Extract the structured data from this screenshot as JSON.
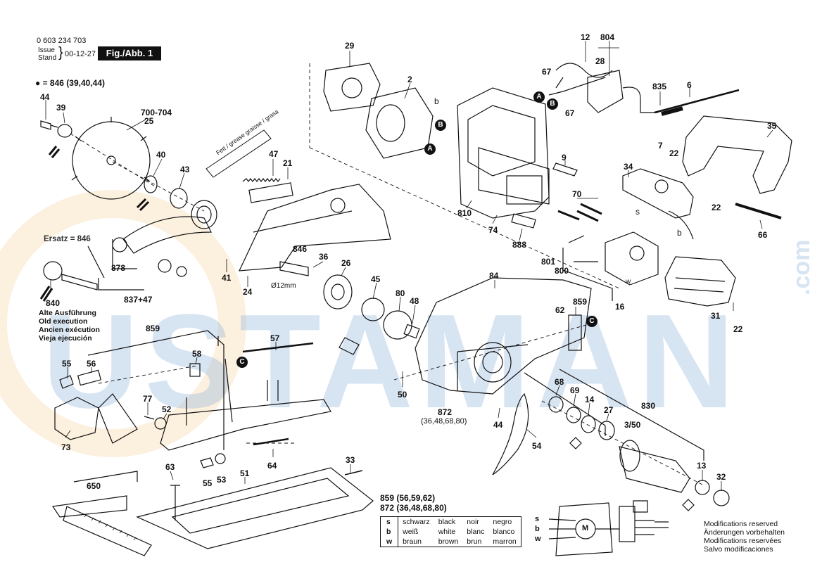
{
  "header": {
    "part_number": "0 603 234 703",
    "issue_label": "Issue",
    "stand_label": "Stand",
    "issue_date": "00-12-27",
    "figure_label": "Fig./Abb. 1"
  },
  "watermark": {
    "text": "USTAMAN",
    "suffix": ".com"
  },
  "notes": {
    "bullet_note": "● = 846 (39,40,44)",
    "ersatz": "Ersatz = 846",
    "old_execution": [
      "Alte Ausführung",
      "Old execution",
      "Ancien exécution",
      "Vieja ejecución"
    ],
    "diameter": "Ø12mm",
    "grease_tube": "Fett / grease graisse / grasa",
    "kit_859": "859 (56,59,62)",
    "kit_872": "872 (36,48,68,80)",
    "kit_872_sub": "(36,48,68,80)"
  },
  "modifications": [
    "Modifications reserved",
    "Änderungen vorbehalten",
    "Modifications reservées",
    "Salvo modificaciones"
  ],
  "legend": [
    {
      "key": "s",
      "de": "schwarz",
      "en": "black",
      "fr": "noir",
      "es": "negro"
    },
    {
      "key": "b",
      "de": "weiß",
      "en": "white",
      "fr": "blanc",
      "es": "blanco"
    },
    {
      "key": "w",
      "de": "braun",
      "en": "brown",
      "fr": "brun",
      "es": "marron"
    }
  ],
  "wiring": {
    "s": "s",
    "b": "b",
    "w": "w",
    "motor": "M"
  },
  "markers": {
    "A": "A",
    "B": "B",
    "C": "C"
  },
  "parts": {
    "p29": "29",
    "p2": "2",
    "pb1": "b",
    "p12": "12",
    "p804": "804",
    "p67a": "67",
    "p28": "28",
    "p835": "835",
    "p6": "6",
    "p67b": "67",
    "p7": "7",
    "p22a": "22",
    "p35": "35",
    "p9": "9",
    "p34": "34",
    "ps": "s",
    "pb2": "b",
    "p70": "70",
    "p22b": "22",
    "p810": "810",
    "p74": "74",
    "p888": "888",
    "p66": "66",
    "p801": "801",
    "p800": "800",
    "pw": "w",
    "p84": "84",
    "p859a": "859",
    "p62": "62",
    "p16": "16",
    "p31": "31",
    "p22c": "22",
    "p44a": "44",
    "p39": "39",
    "p700": "700-704",
    "p25": "25",
    "p47": "47",
    "p21": "21",
    "p40": "40",
    "p43": "43",
    "p846a": "846",
    "p36": "36",
    "p26": "26",
    "p45": "45",
    "p80": "80",
    "p48": "48",
    "p878": "878",
    "p837": "837+47",
    "p41": "41",
    "p24": "24",
    "p840": "840",
    "p859b": "859",
    "p57": "57",
    "p58": "58",
    "p55a": "55",
    "p56": "56",
    "p50": "50",
    "p872": "872",
    "p68": "68",
    "p69": "69",
    "p14": "14",
    "p27": "27",
    "p830": "830",
    "p350": "3/50",
    "p77": "77",
    "p52": "52",
    "p73": "73",
    "p44b": "44",
    "p54": "54",
    "p63": "63",
    "p55b": "55",
    "p53": "53",
    "p64": "64",
    "p51": "51",
    "p33": "33",
    "p13": "13",
    "p32": "32",
    "p650": "650"
  }
}
